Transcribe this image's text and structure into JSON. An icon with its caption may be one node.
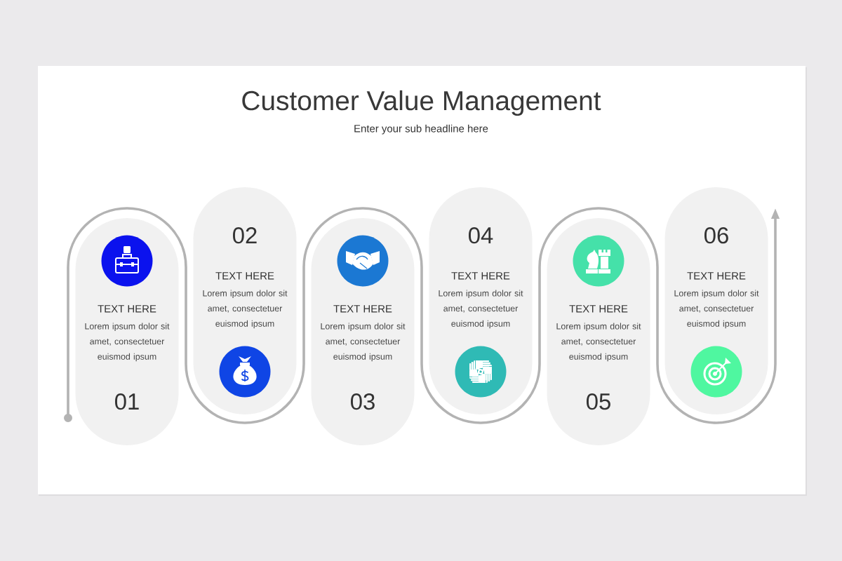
{
  "diagram": {
    "title": "Customer Value Management",
    "nodes": [
      {
        "text": [
          "TEXT HERE",
          "Lorem ipsum dolor sit amet, consectetuer euismod ipsum",
          "01"
        ]
      },
      {
        "text": [
          "02",
          "TEXT HERE",
          "Lorem ipsum dolor sit amet, consectetuer euismod ipsum"
        ]
      },
      {
        "text": [
          "TEXT HERE",
          "Lorem ipsum dolor sit amet, consectetuer euismod ipsum",
          "03"
        ]
      },
      {
        "text": [
          "04",
          "TEXT HERE",
          "Lorem ipsum dolor sit amet, consectetuer euismod ipsum"
        ]
      },
      {
        "text": [
          "TEXT HERE",
          "Lorem ipsum dolor sit amet, consectetuer euismod ipsum",
          "05"
        ]
      },
      {
        "text": [
          "06",
          "TEXT HERE",
          "Lorem ipsum dolor sit amet, consectetuer euismod ipsum"
        ]
      }
    ],
    "labels": [
      "Enter your sub headline here"
    ]
  }
}
